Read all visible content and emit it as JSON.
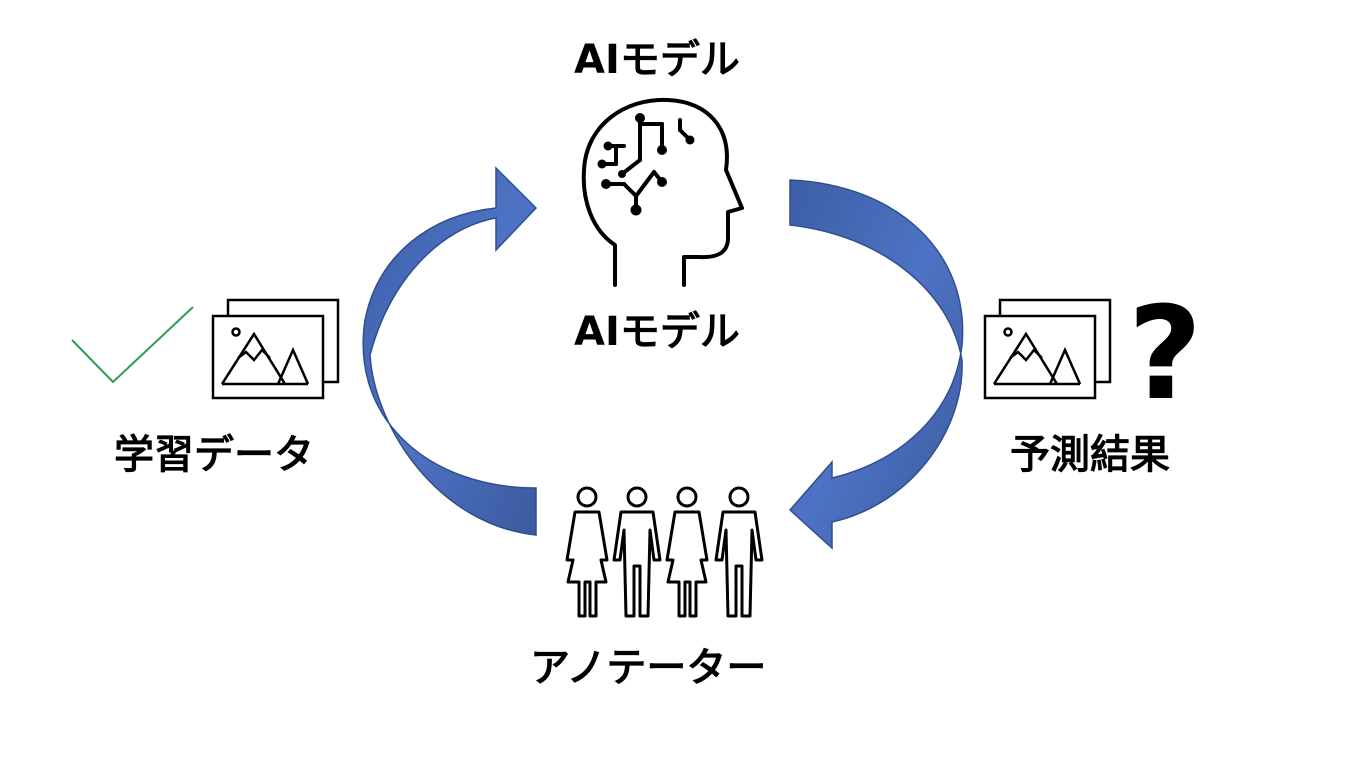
{
  "labels": {
    "model_top": "AIモデル",
    "model_mid": "AIモデル",
    "training_data": "学習データ",
    "prediction": "予測結果",
    "annotator": "アノテーター"
  },
  "question_mark": "?",
  "icons": {
    "head": "ai-head-icon",
    "images_left": "image-stack-icon",
    "images_right": "image-stack-icon",
    "check": "check-mark-icon",
    "people": "people-group-icon"
  },
  "colors": {
    "arrow_fill": "#4a6fbe",
    "arrow_edge": "#2f4f8f",
    "check": "#2e9e4e",
    "ink": "#000000"
  }
}
